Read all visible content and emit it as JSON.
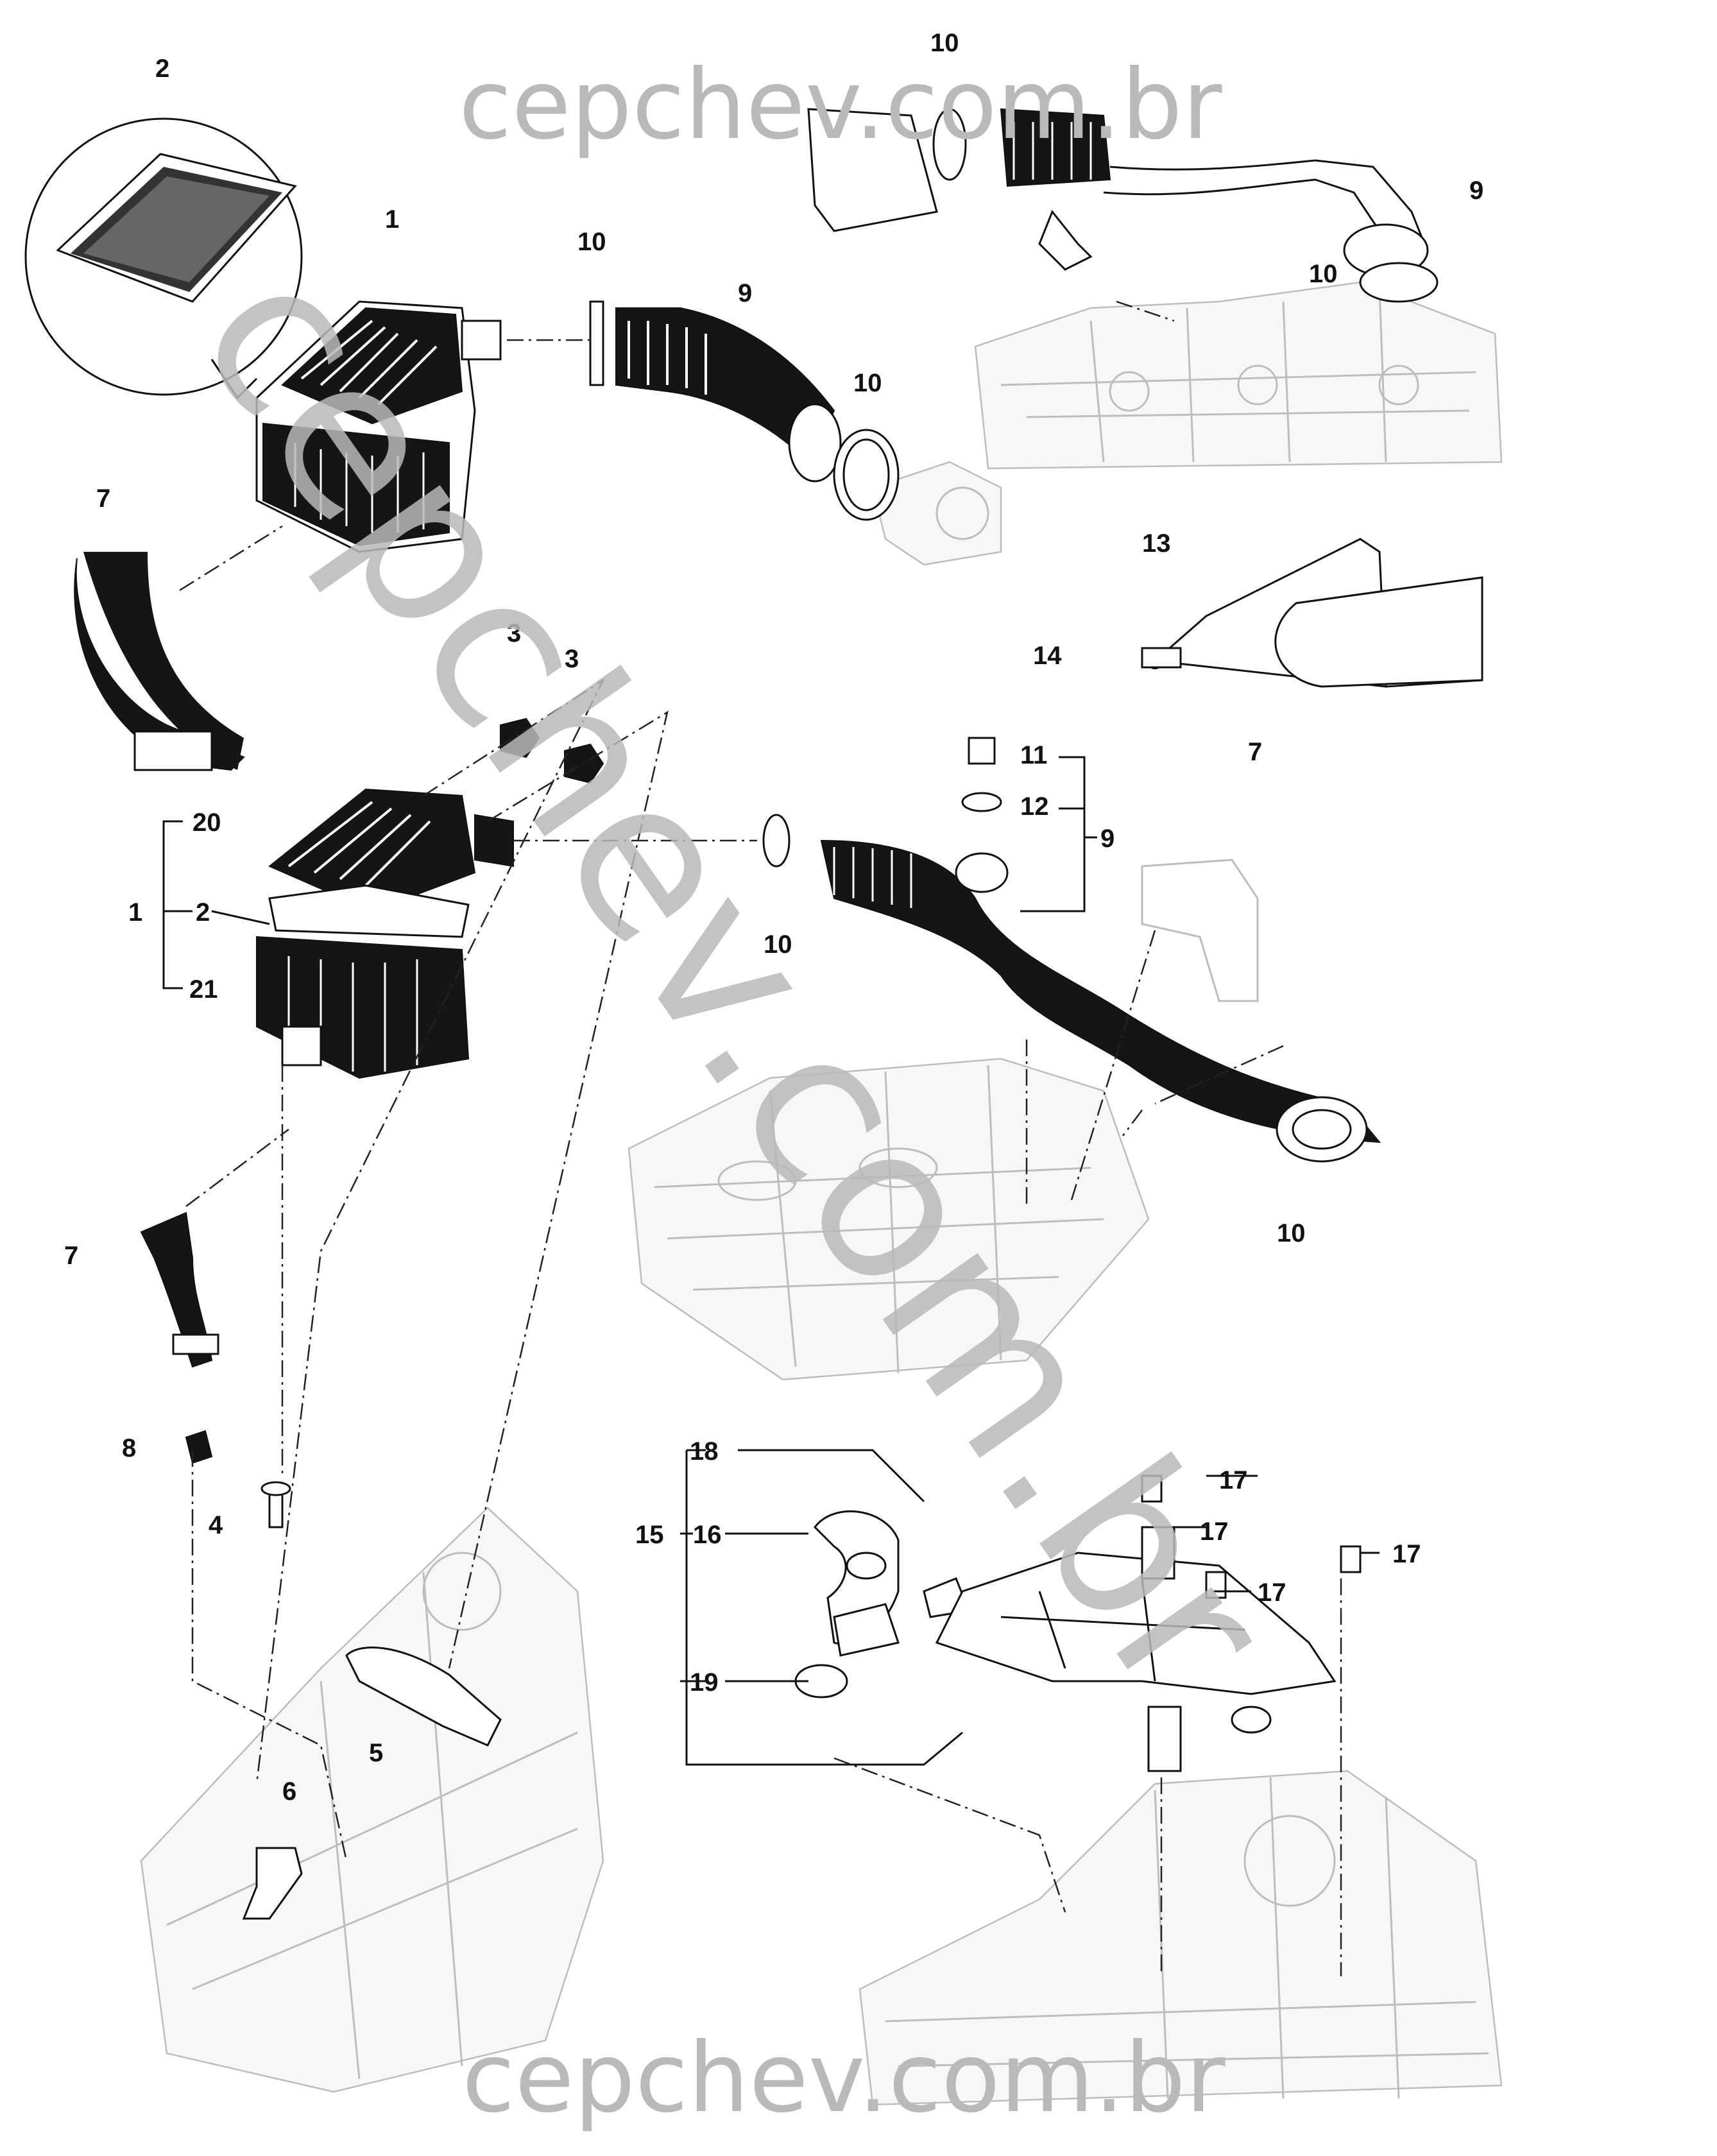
{
  "watermark": {
    "top": "cepchev.com.br",
    "diagonal": "cepchev.com.br",
    "bottom": "cepchev.com.br",
    "color": "#b9b9b9"
  },
  "callouts": {
    "c1_top": "1",
    "c2_top": "2",
    "c7_top": "7",
    "c10_a": "10",
    "c9_a": "9",
    "c10_b": "10",
    "c10_c": "10",
    "c9_b": "9",
    "c10_d": "10",
    "c13": "13",
    "c14": "14",
    "c7_right": "7",
    "c3_a": "3",
    "c3_b": "3",
    "c20": "20",
    "c1_mid": "1",
    "c2_mid": "2",
    "c21": "21",
    "c11": "11",
    "c12": "12",
    "c9_c": "9",
    "c10_e": "10",
    "c10_f": "10",
    "c7_mid": "7",
    "c8": "8",
    "c4": "4",
    "c5": "5",
    "c6": "6",
    "c18": "18",
    "c15": "15",
    "c16": "16",
    "c19": "19",
    "c17_a": "17",
    "c17_b": "17",
    "c17_c": "17",
    "c17_d": "17"
  }
}
